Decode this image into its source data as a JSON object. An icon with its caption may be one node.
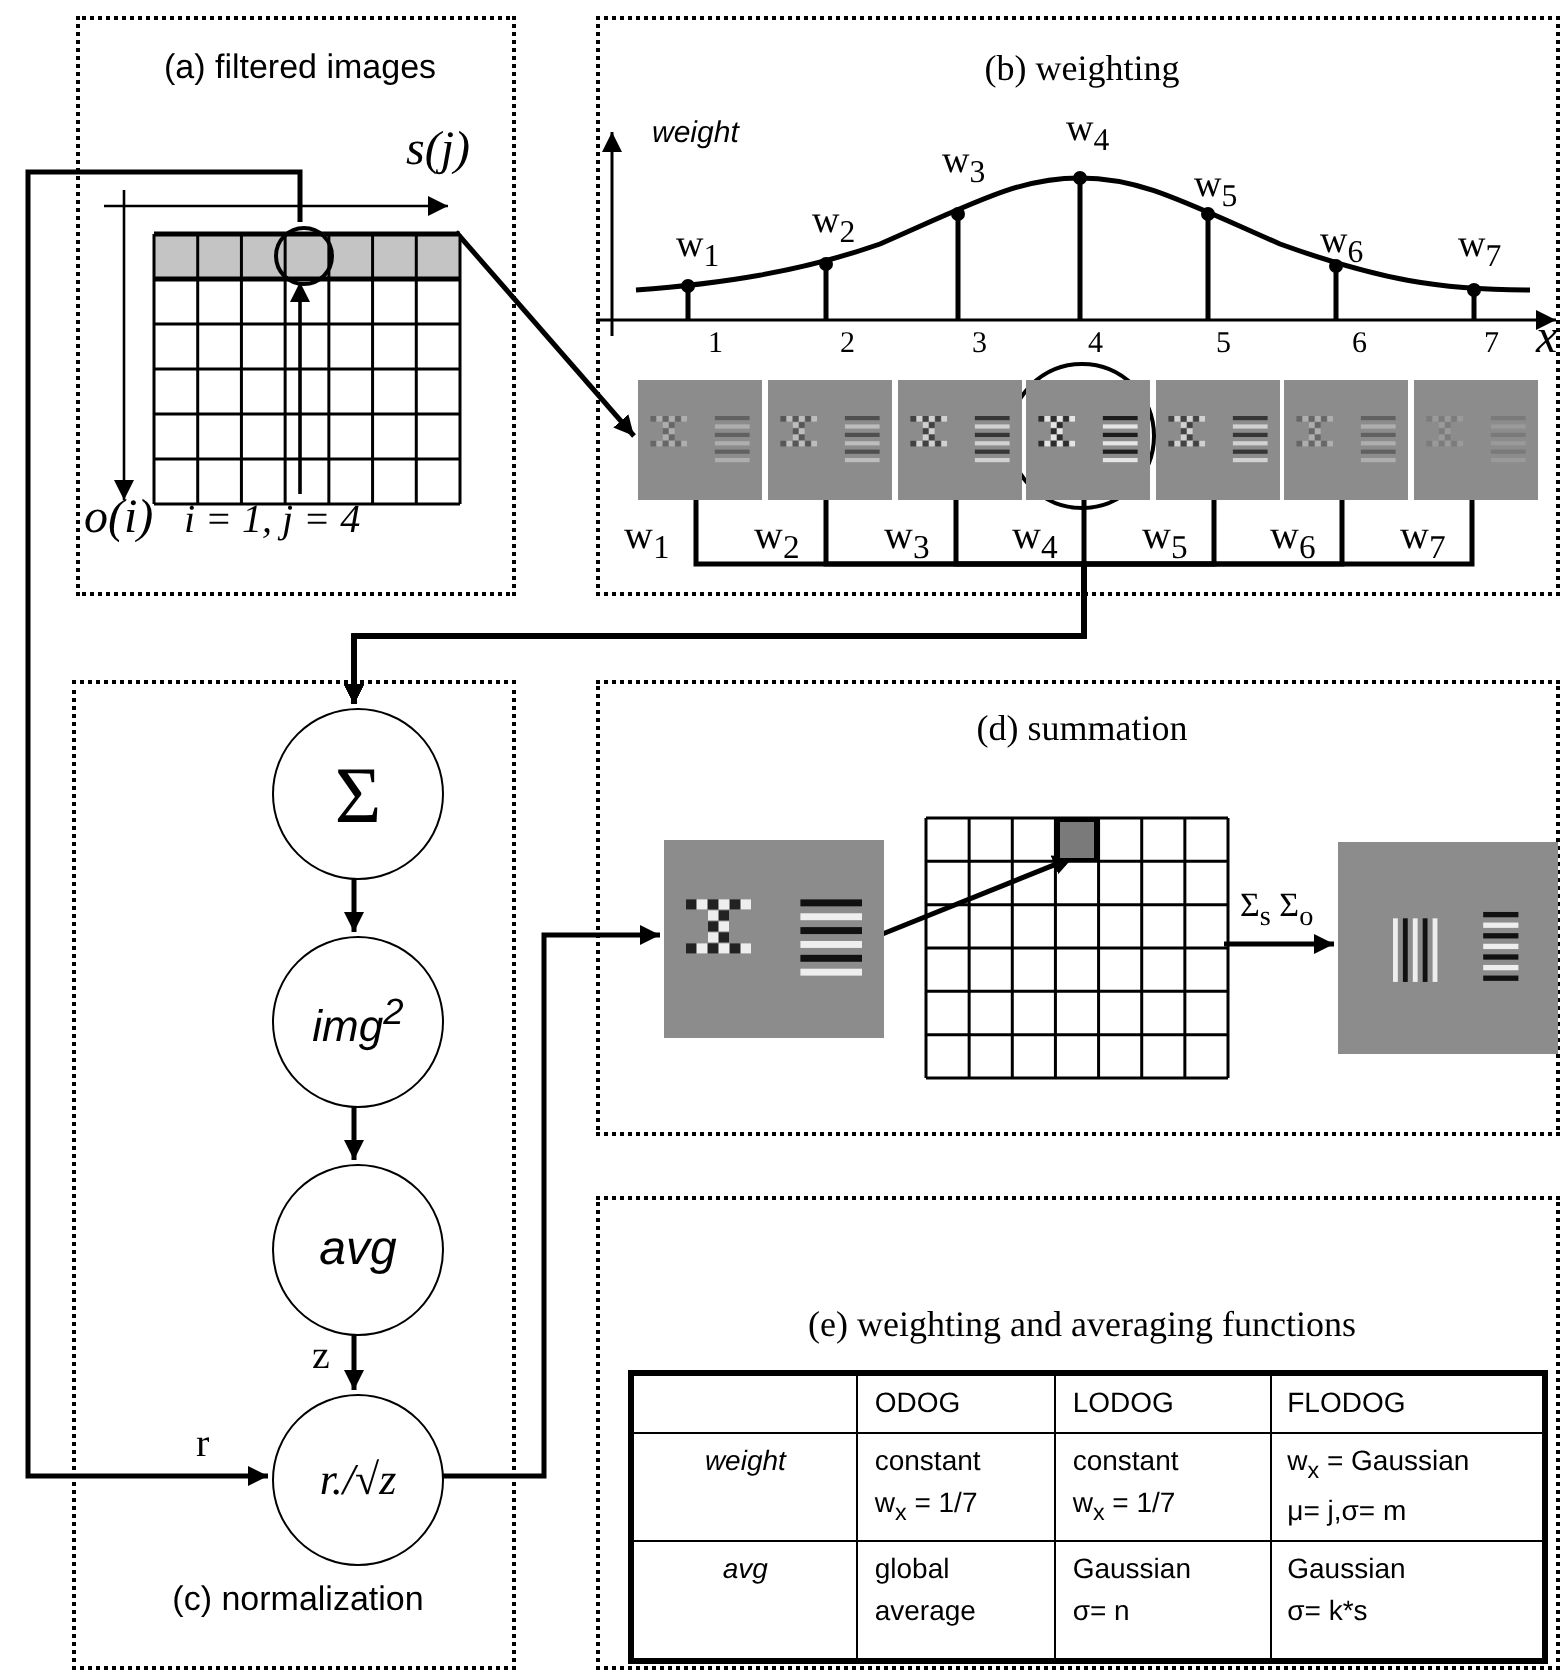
{
  "diagram": {
    "nodes": [
      {
        "text": [
          "(a) filtered images"
        ]
      },
      {
        "text": [],
        "shape": "box",
        "in": 0
      },
      {
        "text": [
          "i = 1, j = 4"
        ],
        "in": 0
      },
      {
        "text": [],
        "shape": "circle",
        "in": 0
      },
      {
        "text": [
          "(b) weighting"
        ]
      },
      {
        "text": [],
        "shape": "picture",
        "in": 4
      },
      {
        "text": [],
        "shape": "picture",
        "in": 4
      },
      {
        "text": [],
        "shape": "picture",
        "in": 4
      },
      {
        "text": [],
        "shape": "picture",
        "in": 4
      },
      {
        "text": [],
        "shape": "picture",
        "in": 4
      },
      {
        "text": [],
        "shape": "picture",
        "in": 4
      },
      {
        "text": [],
        "shape": "picture",
        "in": 4
      },
      {
        "text": [
          "(c) normalization"
        ]
      },
      {
        "text": [
          "Σ"
        ],
        "in": 12
      },
      {
        "text": [
          "img$^{2}$"
        ],
        "in": 12
      },
      {
        "text": [
          "avg"
        ],
        "in": 12
      },
      {
        "text": [
          "r./√z"
        ],
        "in": 12
      },
      {
        "text": [
          "(d) summation"
        ]
      },
      {
        "text": [],
        "shape": "picture",
        "in": 17
      },
      {
        "text": [],
        "shape": "box",
        "in": 17
      },
      {
        "text": [],
        "shape": "box",
        "in": 19
      },
      {
        "text": [],
        "shape": "picture",
        "in": 17
      },
      {
        "text": [
          "(e) weighting and averaging functions"
        ]
      }
    ],
    "edges": [
      {
        "from": 1,
        "to": 5,
        "arrow": "to"
      },
      {
        "from": 2,
        "to": 3,
        "arrow": "to"
      },
      {
        "from": 5,
        "to": 13,
        "arrow": "to",
        "label": "w$_{1}$"
      },
      {
        "from": 6,
        "to": 13,
        "arrow": "to",
        "label": "w$_{2}$"
      },
      {
        "from": 7,
        "to": 13,
        "arrow": "to",
        "label": "w$_{3}$"
      },
      {
        "from": 8,
        "to": 13,
        "arrow": "to",
        "label": "w$_{4}$"
      },
      {
        "from": 9,
        "to": 13,
        "arrow": "to",
        "label": "w$_{5}$"
      },
      {
        "from": 10,
        "to": 13,
        "arrow": "to",
        "label": "w$_{6}$"
      },
      {
        "from": 11,
        "to": 13,
        "arrow": "to",
        "label": "w$_{7}$"
      },
      {
        "from": 13,
        "to": 14,
        "arrow": "to"
      },
      {
        "from": 14,
        "to": 15,
        "arrow": "to"
      },
      {
        "from": 15,
        "to": 16,
        "arrow": "to",
        "label": "z"
      },
      {
        "from": 3,
        "to": 16,
        "arrow": "to",
        "label": "r"
      },
      {
        "from": 16,
        "to": 18,
        "arrow": "to"
      },
      {
        "from": 18,
        "to": 20,
        "arrow": "to"
      },
      {
        "from": 19,
        "to": 21,
        "arrow": "to",
        "label": "Σ$_{s}$ Σ$_{o}$"
      }
    ],
    "labels": [
      "s(j)",
      "o(i)",
      "weight",
      "w$_{1}$",
      "w$_{2}$",
      "w$_{3}$",
      "w$_{4}$",
      "w$_{5}$",
      "w$_{6}$",
      "w$_{7}$",
      "1",
      "2",
      "3",
      "4",
      "5",
      "6",
      "7",
      "x",
      "ODOG",
      "LODOG",
      "FLODOG",
      "weight",
      "constant w$_{x}$ = 1/7",
      "constant w$_{x}$ = 1/7",
      "w$_{x}$ = Gaussian μ= j,σ= m",
      "avg",
      "global average",
      "Gaussian σ= n",
      "Gaussian σ= k*s"
    ]
  }
}
